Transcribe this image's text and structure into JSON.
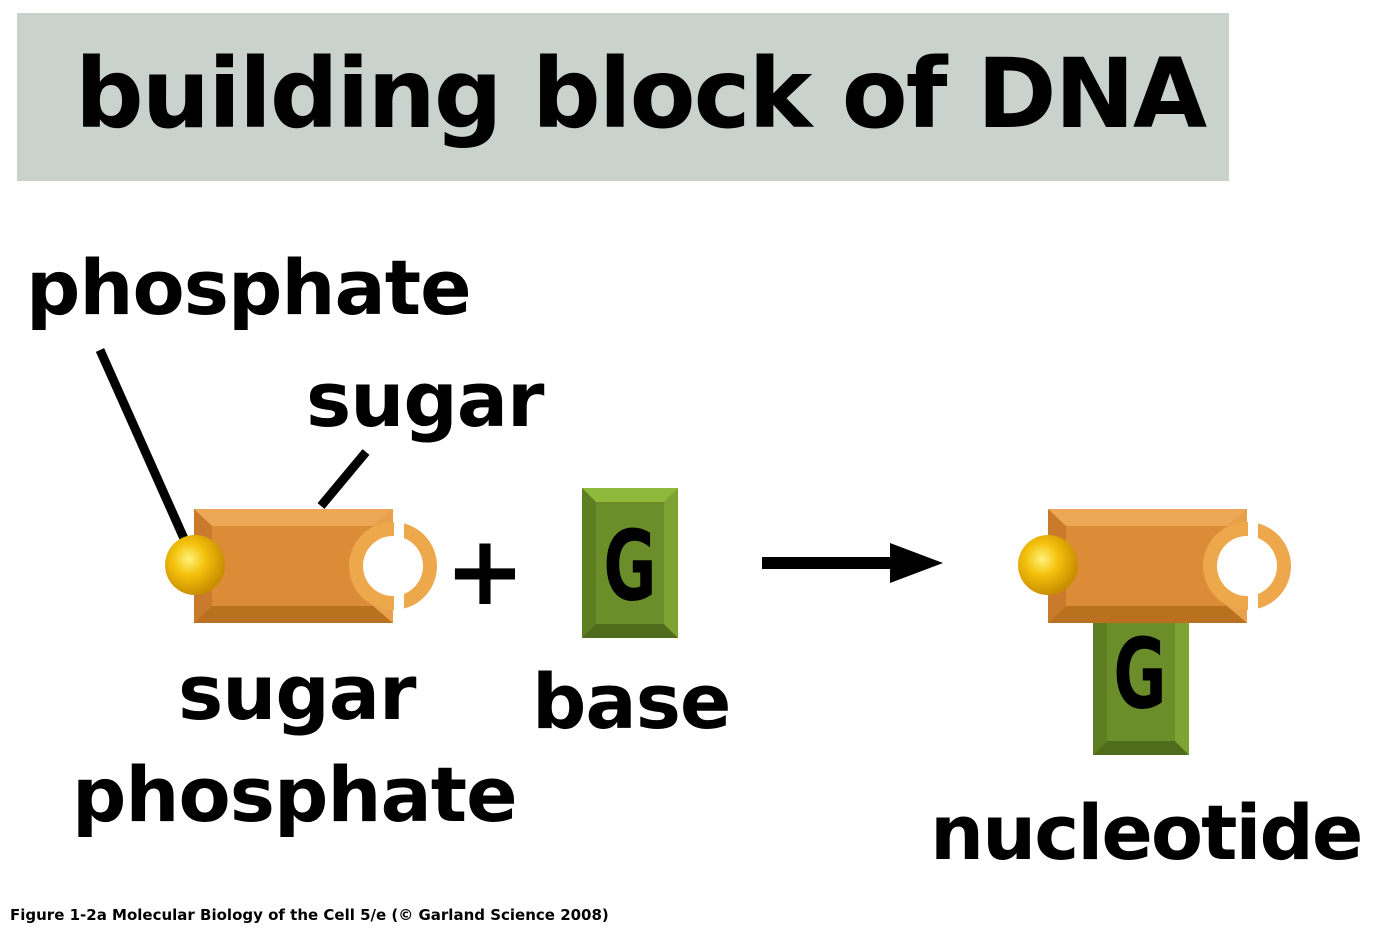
{
  "title": "building block of DNA",
  "labels": {
    "phosphate": "phosphate",
    "sugar": "sugar",
    "sugar_phosphate_line1": "sugar",
    "sugar_phosphate_line2": "phosphate",
    "base": "base",
    "nucleotide": "nucleotide"
  },
  "symbols": {
    "plus": "+",
    "base_letter": "G"
  },
  "caption": "Figure 1-2a  Molecular Biology of the Cell 5/e (© Garland Science 2008)",
  "colors": {
    "title_band": "#c9d2cc",
    "sugar": "#dc8c37",
    "phosphate": "#f4c20d",
    "base": "#6b8e2a"
  }
}
